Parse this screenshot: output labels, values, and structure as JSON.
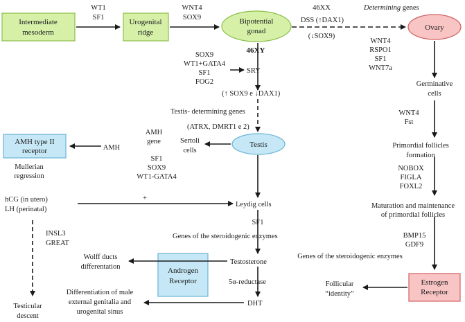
{
  "nodes": {
    "intermediate_mesoderm": [
      "Intermediate",
      "mesoderm"
    ],
    "urogenital_ridge": [
      "Urogenital",
      "ridge"
    ],
    "bipotential_gonad": [
      "Bipotential",
      "gonad"
    ],
    "ovary": "Ovary",
    "testis": "Testis",
    "amh_receptor": [
      "AMH type II",
      "receptor"
    ],
    "androgen_receptor": [
      "Androgen",
      "Receptor"
    ],
    "estrogen_receptor": [
      "Estrogen",
      "Receptor"
    ]
  },
  "labels": {
    "wt1": "WT1",
    "sf1_top": "SF1",
    "wnt4_top": "WNT4",
    "sox9_top": "SOX9",
    "xx46": "46XX",
    "dss": "DSS (↑DAX1)",
    "sox9_down": "(↓SOX9)",
    "determining_italic": "Determining",
    "determining_genes": "genes",
    "wnt4_ov": "WNT4",
    "rspo1": "RSPO1",
    "sf1_ov": "SF1",
    "wnt7a": "WNT7a",
    "xy46": "46XY",
    "sry_factors": [
      "SOX9",
      "WT1+GATA4",
      "SF1",
      "FOG2"
    ],
    "sry": "SRY",
    "sox9_dax1": "(↑ SOX9 e ↓DAX1)",
    "testis_determining": "Testis- determining genes",
    "atrx": "(ATRX, DMRT1 e 2)",
    "amh_gene": [
      "AMH",
      "gene"
    ],
    "amh": "AMH",
    "sertoli": [
      "Sertoli",
      "cells"
    ],
    "sertoli_factors": [
      "SF1",
      "SOX9",
      "WT1-GATA4"
    ],
    "mullerian": [
      "Mullerian",
      "regression"
    ],
    "hcg": "hCG (in utero)",
    "lh": "LH (perinatal)",
    "plus": "+",
    "leydig": "Leydig cells",
    "sf1_leydig": "SF1",
    "steroidogenic_left": "Genes of the steroidogenic enzymes",
    "insl3": "INSL3",
    "great": "GREAT",
    "wolff": [
      "Wolff ducts",
      "differentation"
    ],
    "testosterone": "Testosterone",
    "reductase": "5α-reductase",
    "dht": "DHT",
    "male_diff": [
      "Differentiation of male",
      "external genitalia and",
      "urogenital sinus"
    ],
    "testicular": [
      "Testicular",
      "descent"
    ],
    "germinative": [
      "Germinative",
      "cells"
    ],
    "wnt4_fst": [
      "WNT4",
      "Fst"
    ],
    "primordial": [
      "Primordial follicles",
      "formation"
    ],
    "nobox": [
      "NOBOX",
      "FIGLA",
      "FOXL2"
    ],
    "maturation": [
      "Maturation and maintenance",
      "of primordial follicles"
    ],
    "bmp15": [
      "BMP15",
      "GDF9"
    ],
    "steroidogenic_right": "Genes of the steroidogenic enzymes",
    "follicular": [
      "Follicular",
      "“identity”"
    ]
  },
  "colors": {
    "green_fill": "#d6f0a8",
    "green_stroke": "#8cbf4a",
    "blue_fill": "#c6e8f6",
    "blue_stroke": "#6ab4d6",
    "red_fill": "#f8c4c4",
    "red_stroke": "#d06060",
    "arrow": "#1a1a1a"
  }
}
